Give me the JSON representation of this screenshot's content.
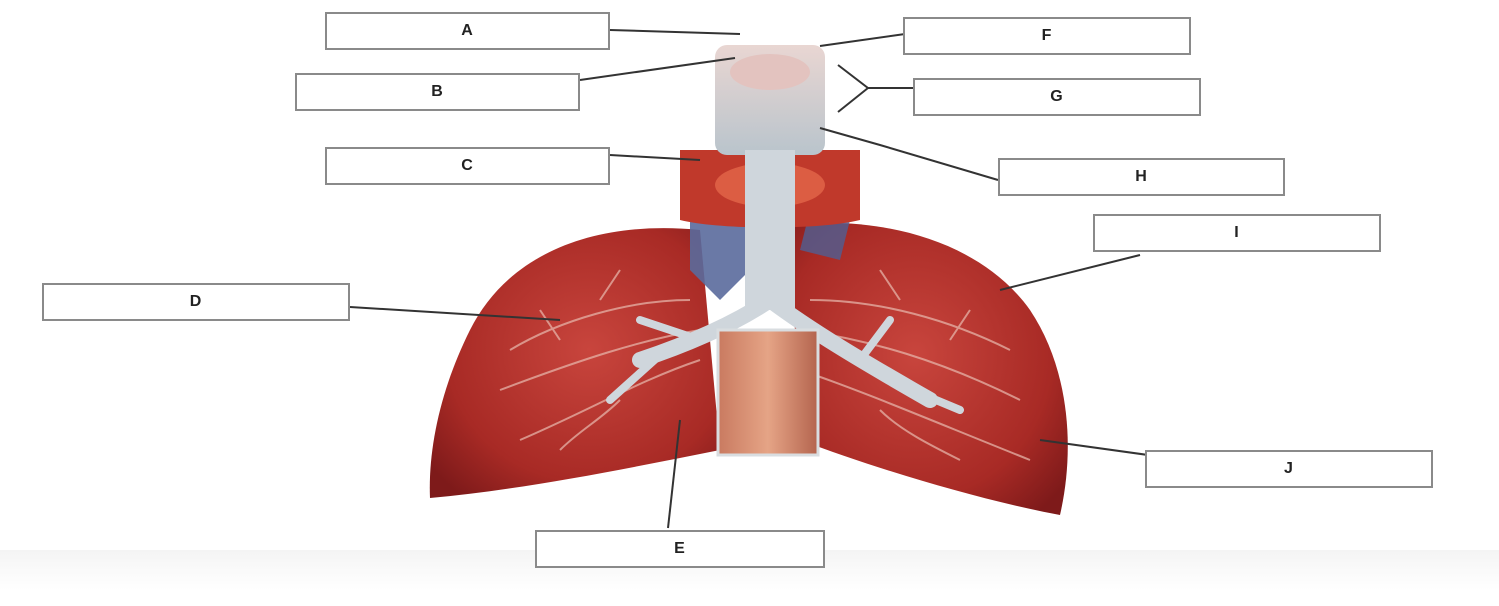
{
  "labels": {
    "A": "A",
    "B": "B",
    "C": "C",
    "D": "D",
    "E": "E",
    "F": "F",
    "G": "G",
    "H": "H",
    "I": "I",
    "J": "J"
  },
  "colors": {
    "lung": "#b5312c",
    "lung_dark": "#7e1a1a",
    "vessel_blue": "#5a6a9c",
    "airway": "#c9d0d6",
    "label_border": "#8a8a8a"
  }
}
